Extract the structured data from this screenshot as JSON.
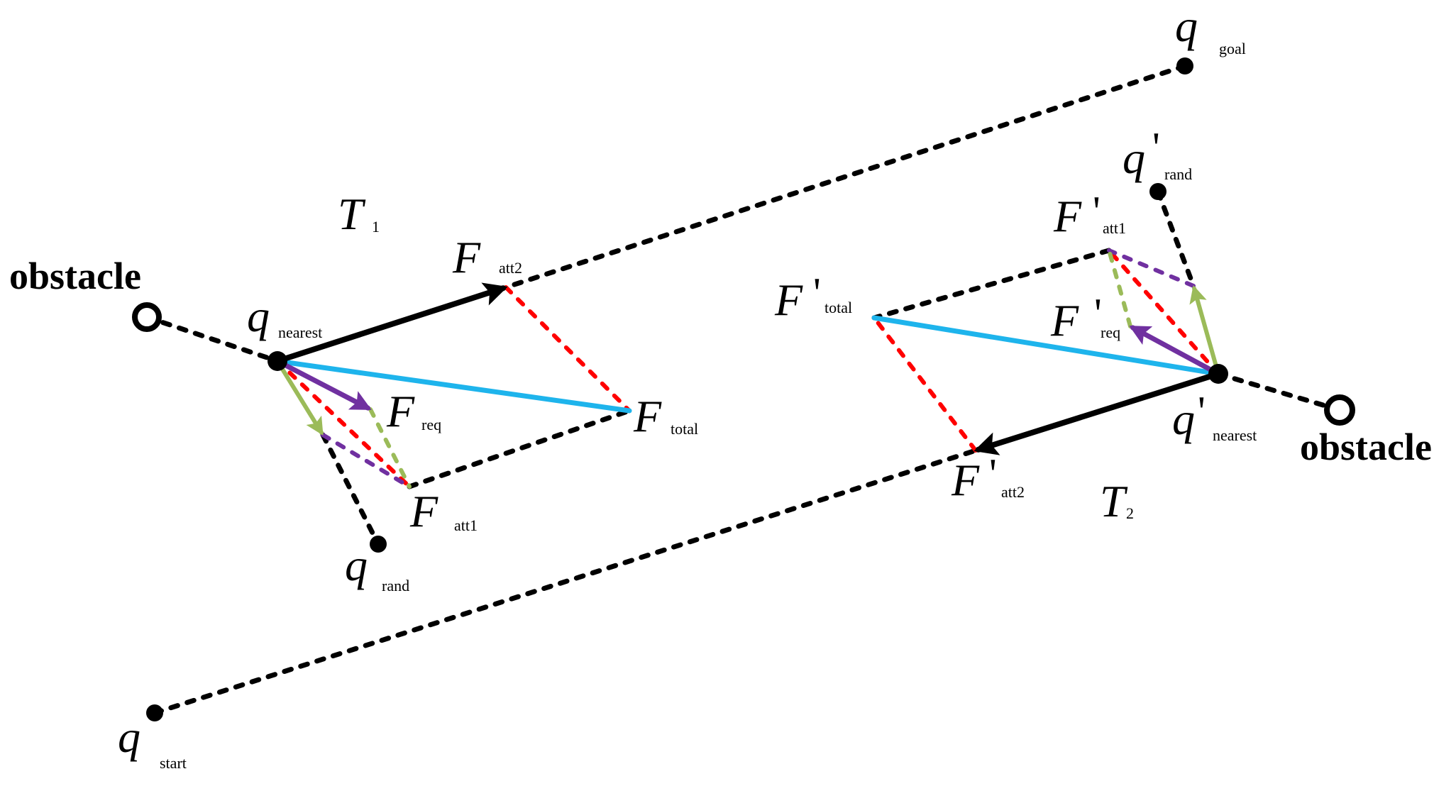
{
  "colors": {
    "black": "#000000",
    "attractive_path": "#000000",
    "total_force": "#1eb4ec",
    "repulsive_force": "#7030a0",
    "rand_force": "#9bbb59",
    "construction": "#ff0000"
  },
  "labels": {
    "obstacle_left": "obstacle",
    "obstacle_right": "obstacle",
    "tree1": {
      "main": "T",
      "sub": "1"
    },
    "tree2": {
      "main": "T",
      "sub": "2"
    },
    "q_goal": {
      "main": "q",
      "sub": "goal"
    },
    "q_start": {
      "main": "q",
      "sub": "start"
    },
    "q_nearest": {
      "main": "q",
      "sub": "nearest"
    },
    "q_rand": {
      "main": "q",
      "sub": "rand"
    },
    "F_att1": {
      "main": "F",
      "sub": "att1"
    },
    "F_att2": {
      "main": "F",
      "sub": "att2"
    },
    "F_req": {
      "main": "F",
      "sub": "req"
    },
    "F_total": {
      "main": "F",
      "sub": "total"
    },
    "qp_nearest": {
      "main": "q",
      "prime": "'",
      "sub": "nearest"
    },
    "qp_rand": {
      "main": "q",
      "prime": "'",
      "sub": "rand"
    },
    "Fp_att1": {
      "main": "F",
      "prime": "'",
      "sub": "att1"
    },
    "Fp_att2": {
      "main": "F",
      "prime": "'",
      "sub": "att2"
    },
    "Fp_req": {
      "main": "F",
      "prime": "'",
      "sub": "req"
    },
    "Fp_total": {
      "main": "F",
      "prime": "'",
      "sub": "total"
    }
  },
  "nodes": [
    "q_goal",
    "q_start",
    "q_nearest",
    "q_rand",
    "q'_nearest",
    "q'_rand"
  ],
  "obstacles": [
    "obstacle-left",
    "obstacle-right"
  ],
  "edges": [
    {
      "name": "path-goal-to-fatt2",
      "from": "q_goal",
      "to": "F_att2",
      "style": "dashed",
      "color": "black"
    },
    {
      "name": "path-start-to-fpatt2",
      "from": "q_start",
      "to": "F'_att2",
      "style": "dashed",
      "color": "black"
    },
    {
      "name": "force-att2",
      "from": "q_nearest",
      "to": "F_att2",
      "style": "arrow",
      "color": "black"
    },
    {
      "name": "force-total",
      "from": "q_nearest",
      "to": "F_total",
      "style": "solid",
      "color": "total_force"
    },
    {
      "name": "force-req",
      "from": "q_nearest",
      "to": "F_req",
      "style": "arrow",
      "color": "repulsive_force"
    },
    {
      "name": "force-rand",
      "from": "q_nearest",
      "to": "q_rand",
      "style": "arrow",
      "color": "rand_force"
    },
    {
      "name": "force-p-att2",
      "from": "q'_nearest",
      "to": "F'_att2",
      "style": "arrow",
      "color": "black"
    },
    {
      "name": "force-p-total",
      "from": "q'_nearest",
      "to": "F'_total",
      "style": "solid",
      "color": "total_force"
    },
    {
      "name": "force-p-req",
      "from": "q'_nearest",
      "to": "F'_req",
      "style": "arrow",
      "color": "repulsive_force"
    },
    {
      "name": "force-p-rand",
      "from": "q'_nearest",
      "to": "q'_rand",
      "style": "arrow",
      "color": "rand_force"
    }
  ]
}
